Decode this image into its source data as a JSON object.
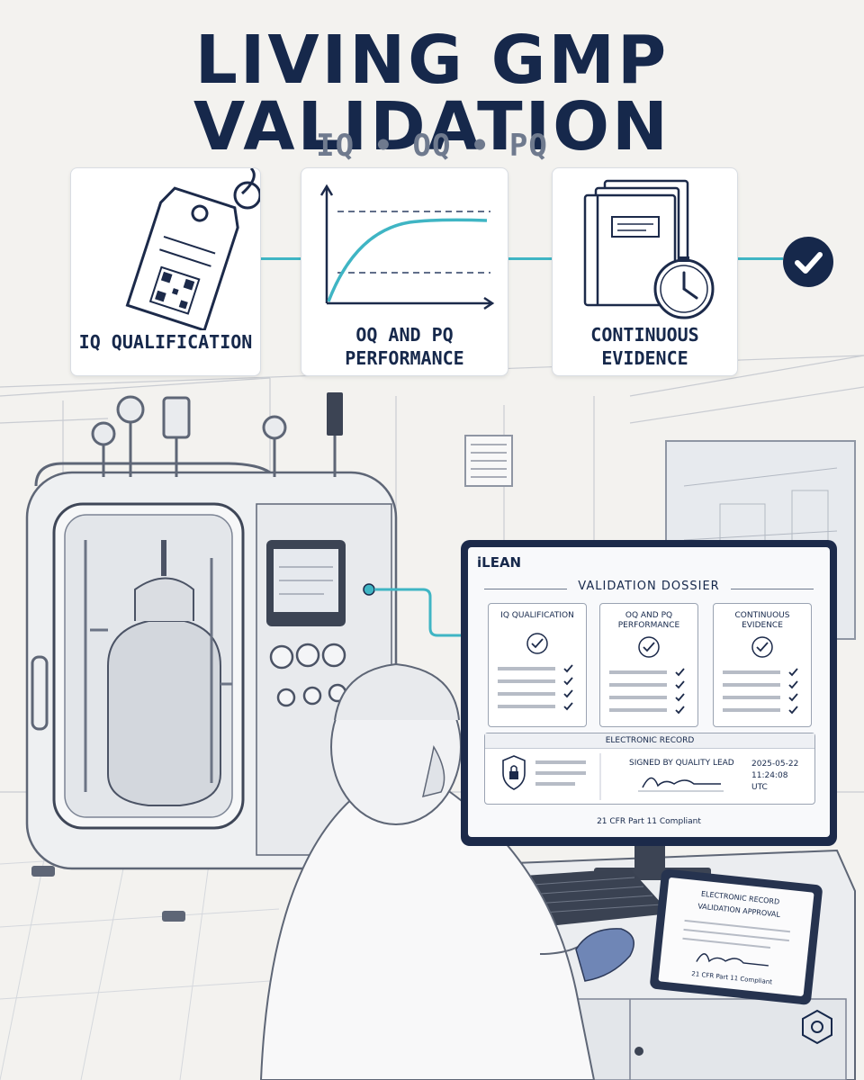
{
  "header": {
    "title": "LIVING GMP VALIDATION",
    "subtitle": "IQ • OQ • PQ"
  },
  "cards": [
    {
      "label": "IQ QUALIFICATION",
      "icon": "qr-tag-icon"
    },
    {
      "label": "OQ AND PQ PERFORMANCE",
      "icon": "performance-curve-icon"
    },
    {
      "label": "CONTINUOUS EVIDENCE",
      "icon": "binder-clock-icon"
    }
  ],
  "monitor": {
    "brand": "iLEAN",
    "dossier_title": "VALIDATION DOSSIER",
    "panels": [
      {
        "title": "IQ QUALIFICATION"
      },
      {
        "title": "OQ AND PQ PERFORMANCE"
      },
      {
        "title": "CONTINUOUS EVIDENCE"
      }
    ],
    "record": {
      "heading": "ELECTRONIC RECORD",
      "signed_by": "SIGNED BY QUALITY LEAD",
      "date": "2025-05-22",
      "time": "11:24:08",
      "zone": "UTC"
    },
    "compliance": "21 CFR Part 11 Compliant"
  },
  "tablet": {
    "line1": "ELECTRONIC RECORD",
    "line2": "VALIDATION APPROVAL",
    "footer": "21 CFR Part 11 Compliant"
  },
  "colors": {
    "navy": "#16284b",
    "accent": "#3fb5c4",
    "background": "#f3f2ef"
  }
}
